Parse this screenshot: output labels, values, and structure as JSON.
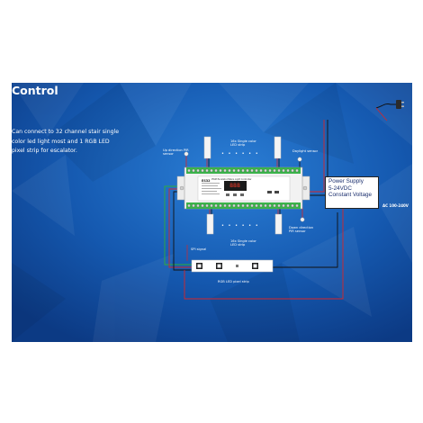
{
  "banner": {
    "title": "Max 32 Channel Stairs Lighting Control",
    "description": "Can connect to 32 channel stair single color led light most and 1 RGB LED pixel strip for escalator."
  },
  "diagram": {
    "labels": {
      "up_pir": "Up direction PIR\nsensor",
      "single_strip_top": "16x Single color\nLED strip",
      "daylight": "Daylight sensor",
      "single_strip_bottom": "16x Single color\nLED strip",
      "down_pir": "Down direction\nPIR sensor",
      "spi_signal": "SPI signal",
      "rgb_strip": "RGB LED pixel strip",
      "ac_input": "AC 100-240V"
    },
    "device": {
      "model": "ES32",
      "name": "PWM Escalator/Stairs Light Controller",
      "readout": "888"
    },
    "power_supply": {
      "text": "Power Supply\n5-24VDC\nConstant Voltage"
    },
    "dots": "• • • • • •"
  },
  "colors": {
    "banner_bg": "#1a5fb4",
    "wire_red": "#d6262b",
    "wire_green": "#2fae3a",
    "wire_black": "#111111",
    "terminal_green": "#3bb34a"
  }
}
